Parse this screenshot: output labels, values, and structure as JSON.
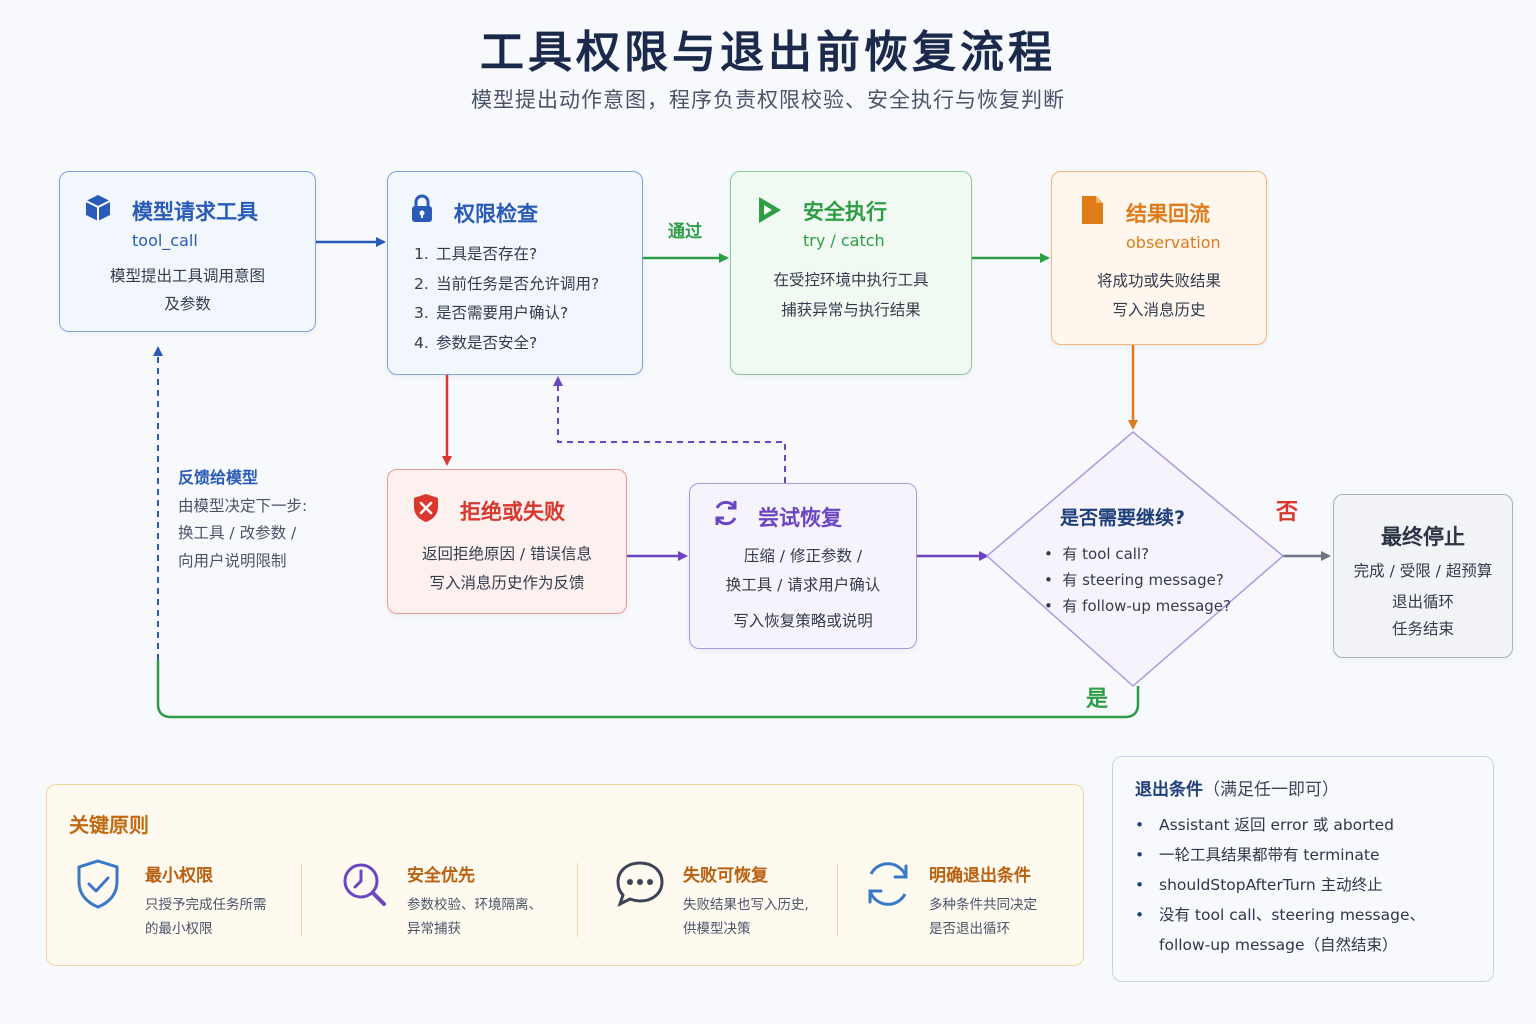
{
  "title": "工具权限与退出前恢复流程",
  "subtitle": "模型提出动作意图，程序负责权限校验、安全执行与恢复判断",
  "nodes": {
    "model_request": {
      "title": "模型请求工具",
      "code": "tool_call",
      "lines": [
        "模型提出工具调用意图",
        "及参数"
      ],
      "icon": "cube-icon",
      "color": "#2a5bb8"
    },
    "permission_check": {
      "title": "权限检查",
      "icon": "lock-icon",
      "color": "#2a5bb8",
      "items": [
        {
          "num": "1.",
          "text": "工具是否存在?"
        },
        {
          "num": "2.",
          "text": "当前任务是否允许调用?"
        },
        {
          "num": "3.",
          "text": "是否需要用户确认?"
        },
        {
          "num": "4.",
          "text": "参数是否安全?"
        }
      ]
    },
    "safe_exec": {
      "title": "安全执行",
      "code": "try / catch",
      "lines": [
        "在受控环境中执行工具",
        "捕获异常与执行结果"
      ],
      "icon": "play-icon",
      "color": "#2f9d46"
    },
    "result_flow": {
      "title": "结果回流",
      "code": "observation",
      "lines": [
        "将成功或失败结果",
        "写入消息历史"
      ],
      "icon": "document-icon",
      "color": "#e07b1a"
    },
    "reject": {
      "title": "拒绝或失败",
      "lines": [
        "返回拒绝原因 / 错误信息",
        "写入消息历史作为反馈"
      ],
      "icon": "shield-x-icon",
      "color": "#d8382e"
    },
    "recover": {
      "title": "尝试恢复",
      "lines": [
        "压缩 / 修正参数 /",
        "换工具 / 请求用户确认",
        "写入恢复策略或说明"
      ],
      "icon": "refresh-icon",
      "color": "#6b46c1"
    },
    "decision": {
      "title": "是否需要继续?",
      "items": [
        "有 tool call?",
        "有 steering message?",
        "有 follow-up message?"
      ]
    },
    "final_stop": {
      "title": "最终停止",
      "lines": [
        "完成 / 受限 / 超预算",
        "退出循环",
        "任务结束"
      ]
    }
  },
  "edge_labels": {
    "pass": "通过",
    "no": "否",
    "yes": "是"
  },
  "feedback": {
    "title": "反馈给模型",
    "lines": [
      "由模型决定下一步:",
      "换工具 / 改参数 /",
      "向用户说明限制"
    ]
  },
  "principles": {
    "title": "关键原则",
    "items": [
      {
        "name": "最小权限",
        "desc": [
          "只授予完成任务所需",
          "的最小权限"
        ],
        "icon": "shield-check-icon"
      },
      {
        "name": "安全优先",
        "desc": [
          "参数校验、环境隔离、",
          "异常捕获"
        ],
        "icon": "magnifier-icon"
      },
      {
        "name": "失败可恢复",
        "desc": [
          "失败结果也写入历史,",
          "供模型决策"
        ],
        "icon": "chat-bubble-icon"
      },
      {
        "name": "明确退出条件",
        "desc": [
          "多种条件共同决定",
          "是否退出循环"
        ],
        "icon": "cycle-icon"
      }
    ]
  },
  "exit_conditions": {
    "title": "退出条件",
    "note": "（满足任一即可）",
    "items": [
      "Assistant 返回 error 或 aborted",
      "一轮工具结果都带有 terminate",
      "shouldStopAfterTurn 主动终止",
      "没有 tool call、steering message、",
      "follow-up message（自然结束）"
    ]
  },
  "colors": {
    "blue": "#2a5bb8",
    "green": "#2f9d46",
    "orange": "#e07b1a",
    "red": "#d8382e",
    "purple": "#6b46c1",
    "gray": "#6e7685"
  }
}
